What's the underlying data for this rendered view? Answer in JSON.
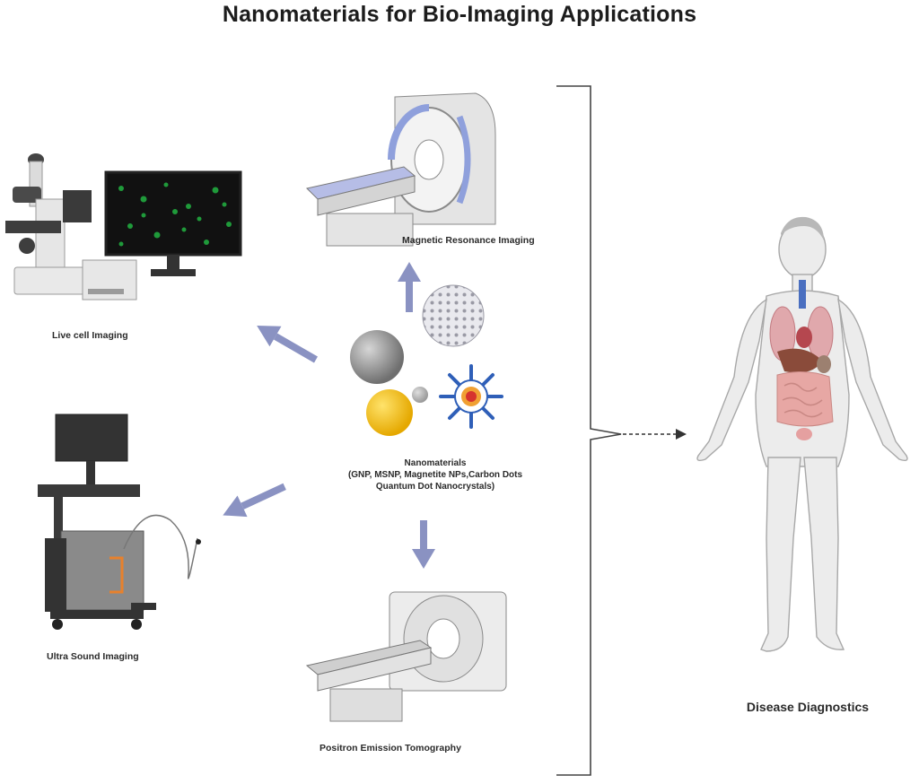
{
  "title": "Nanomaterials for Bio-Imaging Applications",
  "labels": {
    "mri": "Magnetic Resonance Imaging",
    "live_cell": "Live cell Imaging",
    "ultrasound": "Ultra Sound Imaging",
    "pet": "Positron Emission Tomography",
    "disease": "Disease Diagnostics",
    "nano_line1": "Nanomaterials",
    "nano_line2": "(GNP, MSNP, Magnetite NPs,Carbon Dots",
    "nano_line3": "Quantum Dot Nanocrystals)"
  },
  "colors": {
    "arrow": "#8a92c2",
    "gold": "#f2c21a",
    "silver": "#8c8c8c",
    "qd_blue": "#2f5fb8",
    "organ_pink": "#d9868a"
  },
  "icons": [
    "microscope-icon",
    "monitor-icon",
    "mri-scanner-icon",
    "ultrasound-machine-icon",
    "pet-scanner-icon",
    "nanoparticle-icon",
    "human-body-icon"
  ]
}
